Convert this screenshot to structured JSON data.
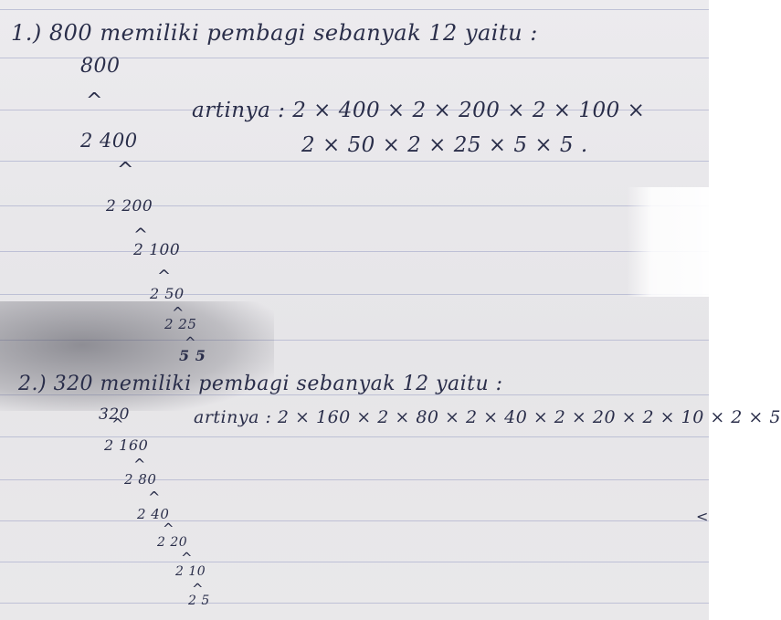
{
  "problem1": {
    "heading": "1.) 800 memiliki pembagi sebanyak 12 yaitu :",
    "artinya_line1": "artinya : 2 × 400 × 2 × 200 × 2 × 100 ×",
    "artinya_line2": "2 × 50 × 2 × 25 × 5 × 5 .",
    "tree": [
      "800",
      "2 400",
      "2 200",
      "2 100",
      "2 50",
      "2 25",
      "5 5"
    ]
  },
  "problem2": {
    "heading": "2.) 320 memiliki pembagi sebanyak 12 yaitu :",
    "artinya_line1": "artinya : 2 × 160 × 2 × 80 × 2 × 40 × 2 × 20 × 2 × 10 × 2 × 5",
    "tree": [
      "320",
      "2 160",
      "2 80",
      "2 40",
      "2 20",
      "2 10",
      "2 5"
    ]
  },
  "colors": {
    "ink": "#2a2e4a",
    "paper": "#e8e7ea",
    "rule": "#9aa0c4"
  }
}
